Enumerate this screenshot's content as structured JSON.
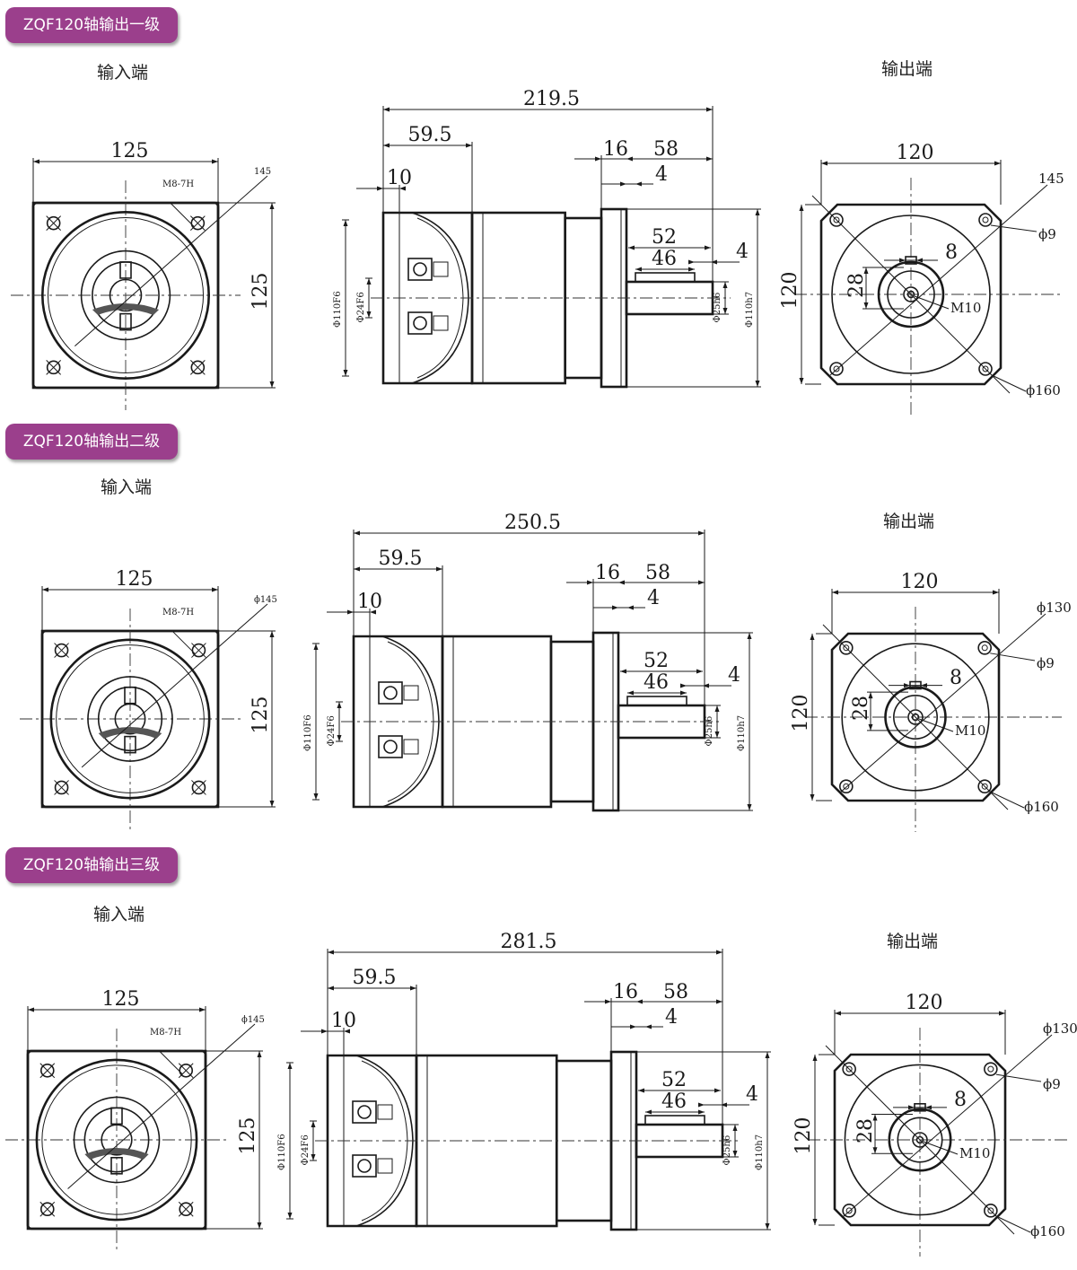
{
  "sections": [
    {
      "title": "ZQF120轴输出一级",
      "input_label": "输入端",
      "output_label": "输出端",
      "input_view": {
        "width": "125",
        "height": "125",
        "thread": "M8-7H",
        "pcd": "145"
      },
      "side_view": {
        "total": "219.5",
        "flange_len": "59.5",
        "lip": "10",
        "flange_thk": "16",
        "shaft_len": "58",
        "shoulder": "4",
        "key_len": "52",
        "key_span": "46",
        "key_off": "4",
        "bore": "Φ110F6",
        "input_bore": "Φ24F6",
        "shaft_dia": "Φ25h6",
        "pilot": "Φ110h7"
      },
      "output_view": {
        "width": "120",
        "height": "120",
        "pcd": "145",
        "hole": "ϕ9",
        "key": "8",
        "key_h": "28",
        "thread": "M10",
        "outer": "ϕ160"
      }
    },
    {
      "title": "ZQF120轴输出二级",
      "input_label": "输入端",
      "output_label": "输出端",
      "input_view": {
        "width": "125",
        "height": "125",
        "thread": "M8-7H",
        "pcd": "ϕ145"
      },
      "side_view": {
        "total": "250.5",
        "flange_len": "59.5",
        "lip": "10",
        "flange_thk": "16",
        "shaft_len": "58",
        "shoulder": "4",
        "key_len": "52",
        "key_span": "46",
        "key_off": "4",
        "bore": "Φ110F6",
        "input_bore": "Φ24F6",
        "shaft_dia": "Φ25h6",
        "pilot": "Φ110h7"
      },
      "output_view": {
        "width": "120",
        "height": "120",
        "pcd": "ϕ130",
        "hole": "ϕ9",
        "key": "8",
        "key_h": "28",
        "thread": "M10",
        "outer": "ϕ160"
      }
    },
    {
      "title": "ZQF120轴输出三级",
      "input_label": "输入端",
      "output_label": "输出端",
      "input_view": {
        "width": "125",
        "height": "125",
        "thread": "M8-7H",
        "pcd": "ϕ145"
      },
      "side_view": {
        "total": "281.5",
        "flange_len": "59.5",
        "lip": "10",
        "flange_thk": "16",
        "shaft_len": "58",
        "shoulder": "4",
        "key_len": "52",
        "key_span": "46",
        "key_off": "4",
        "bore": "Φ110F6",
        "input_bore": "Φ24F6",
        "shaft_dia": "Φ25h6",
        "pilot": "Φ110h7"
      },
      "output_view": {
        "width": "120",
        "height": "120",
        "pcd": "ϕ130",
        "hole": "ϕ9",
        "key": "8",
        "key_h": "28",
        "thread": "M10",
        "outer": "ϕ160"
      }
    }
  ]
}
